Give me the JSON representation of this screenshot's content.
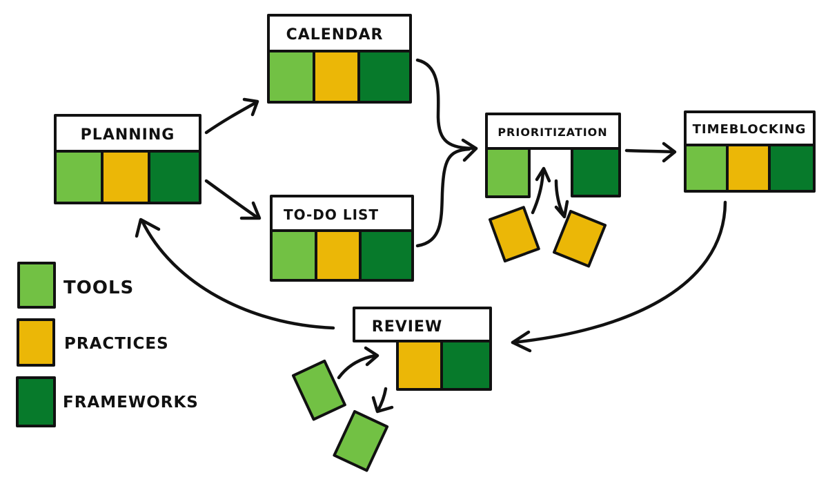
{
  "colors": {
    "tools": "#72c144",
    "practices": "#ebb707",
    "frameworks": "#077a2b",
    "outline": "#111111",
    "header": "#ffffff"
  },
  "nodes": {
    "planning": {
      "label": "PLANNING",
      "cells": [
        "tools",
        "practices",
        "frameworks"
      ]
    },
    "calendar": {
      "label": "CALENDAR",
      "cells": [
        "tools",
        "practices",
        "frameworks"
      ]
    },
    "todo": {
      "label": "TO-DO LIST",
      "cells": [
        "tools",
        "practices",
        "frameworks"
      ]
    },
    "prioritization": {
      "label": "PRIORITIZATION",
      "cells": [
        "tools",
        "",
        "frameworks"
      ]
    },
    "timeblocking": {
      "label": "TIMEBLOCKING",
      "cells": [
        "tools",
        "practices",
        "frameworks"
      ]
    },
    "review": {
      "label": "REVIEW",
      "cells": [
        "",
        "practices",
        "frameworks"
      ]
    }
  },
  "legend": [
    {
      "key": "tools",
      "label": "TOOLS"
    },
    {
      "key": "practices",
      "label": "PRACTICES"
    },
    {
      "key": "frameworks",
      "label": "FRAMEWORKS"
    }
  ],
  "edges": [
    {
      "from": "planning",
      "to": "calendar"
    },
    {
      "from": "planning",
      "to": "todo"
    },
    {
      "from": "calendar",
      "to": "prioritization"
    },
    {
      "from": "todo",
      "to": "prioritization"
    },
    {
      "from": "prioritization",
      "to": "timeblocking"
    },
    {
      "from": "timeblocking",
      "to": "review"
    },
    {
      "from": "review",
      "to": "planning"
    }
  ]
}
